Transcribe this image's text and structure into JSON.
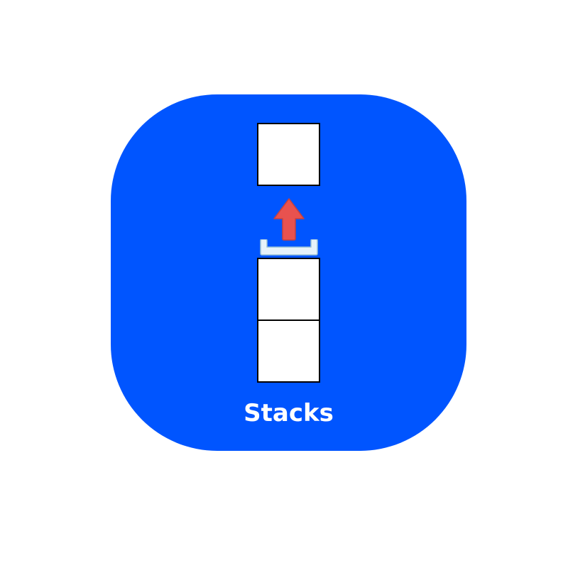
{
  "icon": {
    "label": "Stacks",
    "colors": {
      "tile": "#0055ff",
      "box_fill": "#ffffff",
      "box_border": "#000000",
      "arrow": "#e8524f",
      "tray": "#e6f3fa"
    },
    "elements": [
      "popped-box",
      "up-arrow-icon",
      "tray-icon",
      "stack-box",
      "stack-box"
    ]
  }
}
